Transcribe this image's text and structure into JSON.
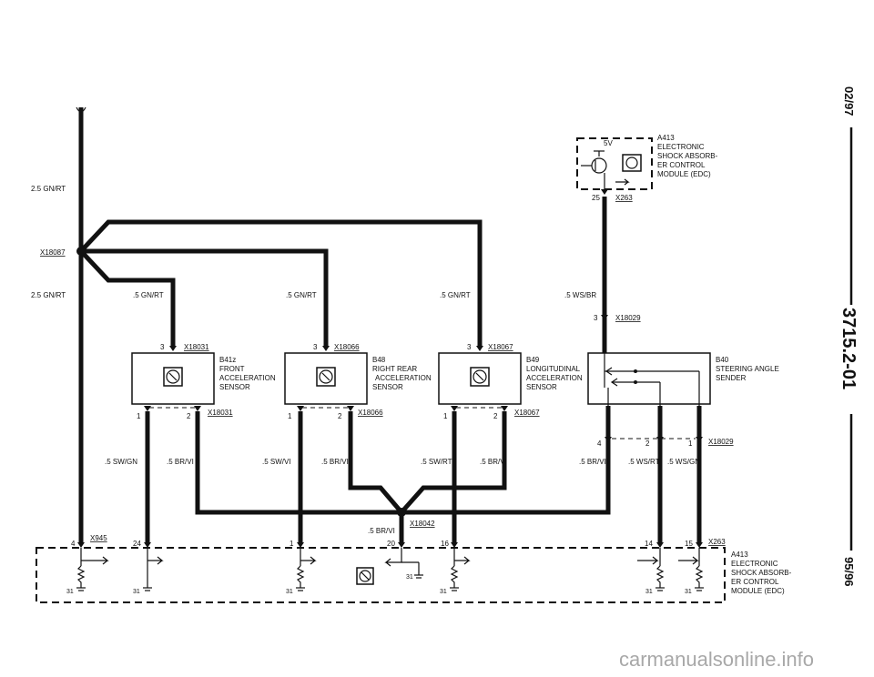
{
  "side": {
    "date_top": "02/97",
    "doc_number": "3715.2-01",
    "date_bottom": "95/96"
  },
  "watermark": "carmanualsonline.info",
  "supply": {
    "wire_top": "2.5 GN/RT",
    "splice": "X18087",
    "wire_bottom": "2.5 GN/RT"
  },
  "edc_top": {
    "voltage": "5V",
    "lines": [
      "A413",
      "ELECTRONIC",
      "SHOCK ABSORB-",
      "ER CONTROL",
      "MODULE (EDC)"
    ],
    "pin": "25",
    "connector": "X263"
  },
  "feed_wire_edc": ".5 WS/BR",
  "sensors": [
    {
      "feed_wire": ".5 GN/RT",
      "pin_top": "3",
      "connector_top": "X18031",
      "lines": [
        "B41z",
        "FRONT",
        "ACCELERATION",
        "SENSOR"
      ],
      "pin_bl": "1",
      "pin_br": "2",
      "connector_bottom": "X18031",
      "wire_left": ".5 SW/GN",
      "wire_right": ".5 BR/VI"
    },
    {
      "feed_wire": ".5 GN/RT",
      "pin_top": "3",
      "connector_top": "X18066",
      "lines": [
        "B48",
        "RIGHT REAR",
        "ACCELERATION",
        "SENSOR"
      ],
      "pin_bl": "1",
      "pin_br": "2",
      "connector_bottom": "X18066",
      "wire_left": ".5 SW/VI",
      "wire_right": ".5 BR/VI"
    },
    {
      "feed_wire": ".5 GN/RT",
      "pin_top": "3",
      "connector_top": "X18067",
      "lines": [
        "B49",
        "LONGITUDINAL",
        "ACCELERATION",
        "SENSOR"
      ],
      "pin_bl": "1",
      "pin_br": "2",
      "connector_bottom": "X18067",
      "wire_left": ".5 SW/RT",
      "wire_right": ".5 BR/VI"
    }
  ],
  "steering": {
    "pin_top": "3",
    "connector_top": "X18029",
    "lines": [
      "B40",
      "STEERING ANGLE",
      "SENDER"
    ],
    "pin_4": "4",
    "pin_2": "2",
    "pin_1": "1",
    "connector_bottom": "X18029",
    "wire_1": ".5 BR/VI",
    "wire_2": ".5 WS/RT",
    "wire_3": ".5 WS/GN"
  },
  "ground_splice": {
    "wire": ".5 BR/VI",
    "connector": "X18042"
  },
  "edc_bottom": {
    "connector_left": "X945",
    "pins": [
      "4",
      "24",
      "1",
      "20",
      "16",
      "14",
      "15"
    ],
    "connector_right": "X263",
    "ground": "31",
    "lines": [
      "A413",
      "ELECTRONIC",
      "SHOCK ABSORB-",
      "ER CONTROL",
      "MODULE (EDC)"
    ]
  }
}
